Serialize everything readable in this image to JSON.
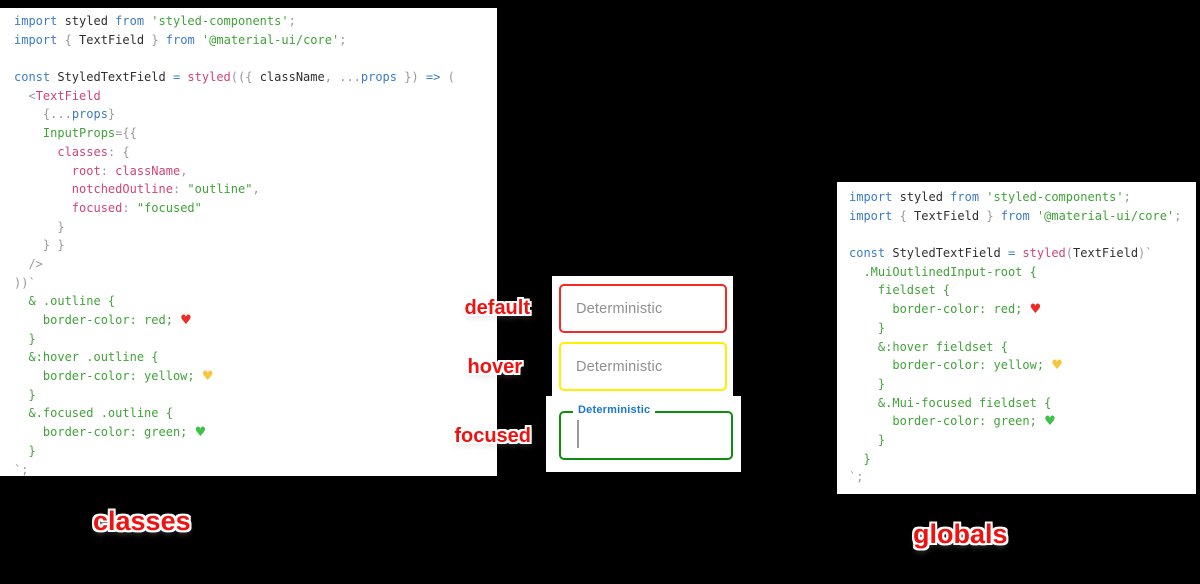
{
  "background": "#000000",
  "palette": {
    "kw": "#3d7cc2",
    "pl": "#2f2f2f",
    "str": "#41a338",
    "css": "#41a338",
    "pink": "#d14572",
    "pun": "#999999",
    "heart_red": "#ee2b25",
    "heart_yellow": "#f8c63d",
    "heart_green": "#41c14a",
    "label_red": "#ee1311"
  },
  "annotations": {
    "default": "default",
    "hover": "hover",
    "focused": "focused",
    "left_caption": "classes",
    "right_caption": "globals"
  },
  "fields": {
    "default": {
      "placeholder": "Deterministic",
      "border": "#f42a20"
    },
    "hover": {
      "placeholder": "Deterministic",
      "border": "#ffef00"
    },
    "focused": {
      "label": "Deterministic",
      "label_color": "#1976d2",
      "border": "#0d8f0d"
    }
  },
  "panels": {
    "left": {
      "lines": [
        [
          {
            "t": "import",
            "c": "kw"
          },
          {
            "t": " styled ",
            "c": "pl"
          },
          {
            "t": "from",
            "c": "kw"
          },
          {
            "t": " ",
            "c": "pl"
          },
          {
            "t": "'styled-components'",
            "c": "str"
          },
          {
            "t": ";",
            "c": "pun"
          }
        ],
        [
          {
            "t": "import",
            "c": "kw"
          },
          {
            "t": " ",
            "c": "pl"
          },
          {
            "t": "{",
            "c": "pun"
          },
          {
            "t": " TextField ",
            "c": "pl"
          },
          {
            "t": "}",
            "c": "pun"
          },
          {
            "t": " ",
            "c": "pl"
          },
          {
            "t": "from",
            "c": "kw"
          },
          {
            "t": " ",
            "c": "pl"
          },
          {
            "t": "'@material-ui/core'",
            "c": "str"
          },
          {
            "t": ";",
            "c": "pun"
          }
        ],
        [],
        [
          {
            "t": "const",
            "c": "kw"
          },
          {
            "t": " StyledTextField ",
            "c": "pl"
          },
          {
            "t": "=",
            "c": "kw"
          },
          {
            "t": " ",
            "c": "pl"
          },
          {
            "t": "styled",
            "c": "pink"
          },
          {
            "t": "((",
            "c": "pun"
          },
          {
            "t": "{",
            "c": "pun"
          },
          {
            "t": " className",
            "c": "pl"
          },
          {
            "t": ",",
            "c": "pun"
          },
          {
            "t": " ",
            "c": "pl"
          },
          {
            "t": "...",
            "c": "pun"
          },
          {
            "t": "props",
            "c": "kw"
          },
          {
            "t": " ",
            "c": "pl"
          },
          {
            "t": "})",
            "c": "pun"
          },
          {
            "t": " ",
            "c": "pl"
          },
          {
            "t": "=>",
            "c": "kw"
          },
          {
            "t": " ",
            "c": "pl"
          },
          {
            "t": "(",
            "c": "pun"
          }
        ],
        [
          {
            "t": "  ",
            "c": "pl"
          },
          {
            "t": "<",
            "c": "pun"
          },
          {
            "t": "TextField",
            "c": "pink"
          }
        ],
        [
          {
            "t": "    ",
            "c": "pl"
          },
          {
            "t": "{",
            "c": "pun"
          },
          {
            "t": "...",
            "c": "pun"
          },
          {
            "t": "props",
            "c": "kw"
          },
          {
            "t": "}",
            "c": "pun"
          }
        ],
        [
          {
            "t": "    ",
            "c": "pl"
          },
          {
            "t": "InputProps",
            "c": "str"
          },
          {
            "t": "={{",
            "c": "pun"
          }
        ],
        [
          {
            "t": "      ",
            "c": "pl"
          },
          {
            "t": "classes",
            "c": "pink"
          },
          {
            "t": ":",
            "c": "pun"
          },
          {
            "t": " ",
            "c": "pl"
          },
          {
            "t": "{",
            "c": "pun"
          }
        ],
        [
          {
            "t": "        ",
            "c": "pl"
          },
          {
            "t": "root",
            "c": "pink"
          },
          {
            "t": ":",
            "c": "pun"
          },
          {
            "t": " ",
            "c": "pl"
          },
          {
            "t": "className",
            "c": "pink"
          },
          {
            "t": ",",
            "c": "pun"
          }
        ],
        [
          {
            "t": "        ",
            "c": "pl"
          },
          {
            "t": "notchedOutline",
            "c": "pink"
          },
          {
            "t": ":",
            "c": "pun"
          },
          {
            "t": " ",
            "c": "pl"
          },
          {
            "t": "\"outline\"",
            "c": "str"
          },
          {
            "t": ",",
            "c": "pun"
          }
        ],
        [
          {
            "t": "        ",
            "c": "pl"
          },
          {
            "t": "focused",
            "c": "pink"
          },
          {
            "t": ":",
            "c": "pun"
          },
          {
            "t": " ",
            "c": "pl"
          },
          {
            "t": "\"focused\"",
            "c": "str"
          }
        ],
        [
          {
            "t": "      ",
            "c": "pl"
          },
          {
            "t": "}",
            "c": "pun"
          }
        ],
        [
          {
            "t": "    ",
            "c": "pl"
          },
          {
            "t": "} }",
            "c": "pun"
          }
        ],
        [
          {
            "t": "  ",
            "c": "pl"
          },
          {
            "t": "/>",
            "c": "pun"
          }
        ],
        [
          {
            "t": "))`",
            "c": "pun"
          }
        ],
        [
          {
            "t": "  & .outline {",
            "c": "css"
          }
        ],
        [
          {
            "t": "    border-color: red; ",
            "c": "css"
          },
          {
            "t": "♥",
            "c": "heart_red"
          }
        ],
        [
          {
            "t": "  }",
            "c": "css"
          }
        ],
        [
          {
            "t": "  &:hover .outline {",
            "c": "css"
          }
        ],
        [
          {
            "t": "    border-color: yellow; ",
            "c": "css"
          },
          {
            "t": "♥",
            "c": "heart_yellow"
          }
        ],
        [
          {
            "t": "  }",
            "c": "css"
          }
        ],
        [
          {
            "t": "  &.focused .outline {",
            "c": "css"
          }
        ],
        [
          {
            "t": "    border-color: green; ",
            "c": "css"
          },
          {
            "t": "♥",
            "c": "heart_green"
          }
        ],
        [
          {
            "t": "  }",
            "c": "css"
          }
        ],
        [
          {
            "t": "`;",
            "c": "pun"
          }
        ]
      ]
    },
    "right": {
      "lines": [
        [
          {
            "t": "import",
            "c": "kw"
          },
          {
            "t": " styled ",
            "c": "pl"
          },
          {
            "t": "from",
            "c": "kw"
          },
          {
            "t": " ",
            "c": "pl"
          },
          {
            "t": "'styled-components'",
            "c": "str"
          },
          {
            "t": ";",
            "c": "pun"
          }
        ],
        [
          {
            "t": "import",
            "c": "kw"
          },
          {
            "t": " ",
            "c": "pl"
          },
          {
            "t": "{",
            "c": "pun"
          },
          {
            "t": " TextField ",
            "c": "pl"
          },
          {
            "t": "}",
            "c": "pun"
          },
          {
            "t": " ",
            "c": "pl"
          },
          {
            "t": "from",
            "c": "kw"
          },
          {
            "t": " ",
            "c": "pl"
          },
          {
            "t": "'@material-ui/core'",
            "c": "str"
          },
          {
            "t": ";",
            "c": "pun"
          }
        ],
        [],
        [
          {
            "t": "const",
            "c": "kw"
          },
          {
            "t": " StyledTextField ",
            "c": "pl"
          },
          {
            "t": "=",
            "c": "kw"
          },
          {
            "t": " ",
            "c": "pl"
          },
          {
            "t": "styled",
            "c": "pink"
          },
          {
            "t": "(",
            "c": "pun"
          },
          {
            "t": "TextField",
            "c": "pl"
          },
          {
            "t": ")`",
            "c": "pun"
          }
        ],
        [
          {
            "t": "  .MuiOutlinedInput-root {",
            "c": "css"
          }
        ],
        [
          {
            "t": "    fieldset {",
            "c": "css"
          }
        ],
        [
          {
            "t": "      border-color: red; ",
            "c": "css"
          },
          {
            "t": "♥",
            "c": "heart_red"
          }
        ],
        [
          {
            "t": "    }",
            "c": "css"
          }
        ],
        [
          {
            "t": "    &:hover fieldset {",
            "c": "css"
          }
        ],
        [
          {
            "t": "      border-color: yellow; ",
            "c": "css"
          },
          {
            "t": "♥",
            "c": "heart_yellow"
          }
        ],
        [
          {
            "t": "    }",
            "c": "css"
          }
        ],
        [
          {
            "t": "    &.Mui-focused fieldset {",
            "c": "css"
          }
        ],
        [
          {
            "t": "      border-color: green; ",
            "c": "css"
          },
          {
            "t": "♥",
            "c": "heart_green"
          }
        ],
        [
          {
            "t": "    }",
            "c": "css"
          }
        ],
        [
          {
            "t": "  }",
            "c": "css"
          }
        ],
        [
          {
            "t": "`;",
            "c": "pun"
          }
        ]
      ]
    }
  }
}
